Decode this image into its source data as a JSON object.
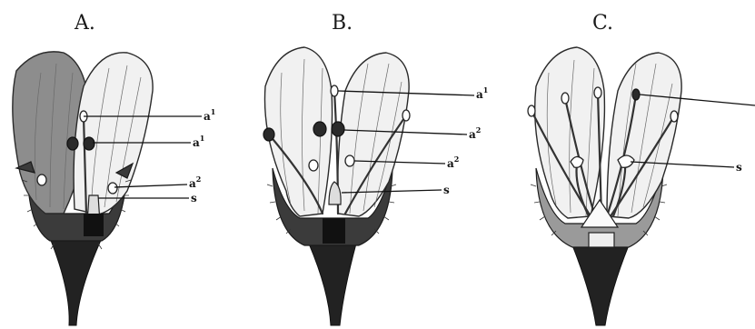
{
  "panels": [
    {
      "title": "A.",
      "labels": [
        {
          "base": "a",
          "sup": "1"
        },
        {
          "base": "a",
          "sup": "1"
        },
        {
          "base": "a",
          "sup": "2"
        },
        {
          "base": "s",
          "sup": ""
        }
      ]
    },
    {
      "title": "B.",
      "labels": [
        {
          "base": "a",
          "sup": "1"
        },
        {
          "base": "a",
          "sup": "2"
        },
        {
          "base": "a",
          "sup": "2"
        },
        {
          "base": "s",
          "sup": ""
        }
      ]
    },
    {
      "title": "C.",
      "labels": [
        {
          "base": "",
          "sup": ""
        },
        {
          "base": "s",
          "sup": ""
        }
      ]
    }
  ]
}
